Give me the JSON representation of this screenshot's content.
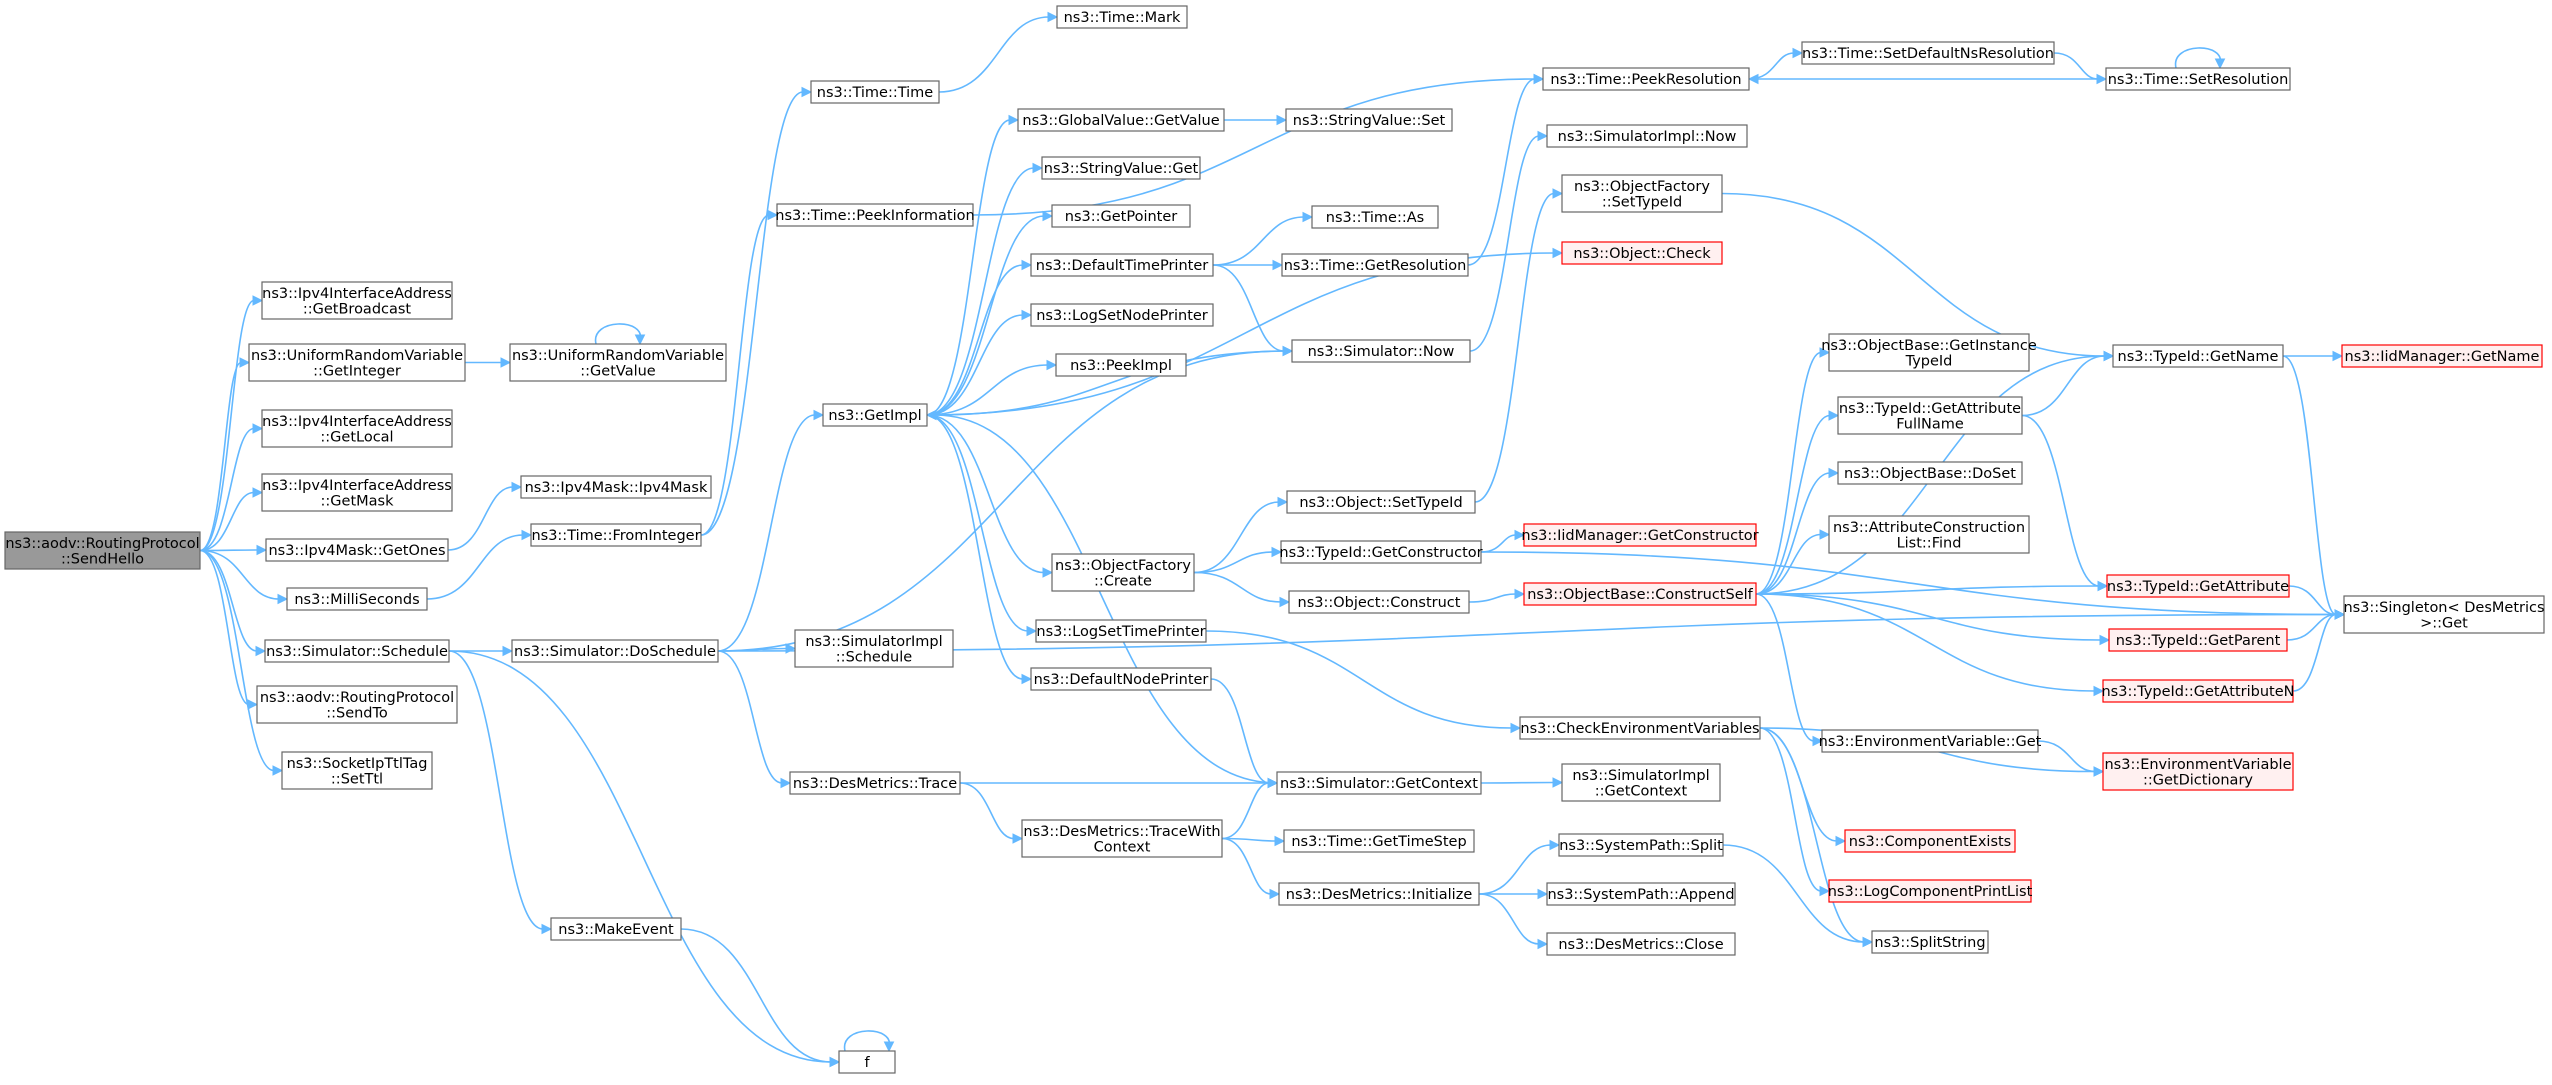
{
  "colors": {
    "edge": "#63b8ff",
    "node_border": "#666666",
    "node_fill": "#ffffff",
    "root_fill": "#999999",
    "root_border": "#666666",
    "truncated_border": "#ff0000",
    "truncated_fill": "#fff0f0"
  },
  "nodes": [
    {
      "id": "sendhello",
      "lines": [
        "ns3::aodv::RoutingProtocol",
        "::SendHello"
      ],
      "style": "root"
    },
    {
      "id": "getbroadcast",
      "lines": [
        "ns3::Ipv4InterfaceAddress",
        "::GetBroadcast"
      ],
      "style": "normal"
    },
    {
      "id": "urv_getinteger",
      "lines": [
        "ns3::UniformRandomVariable",
        "::GetInteger"
      ],
      "style": "normal"
    },
    {
      "id": "urv_getvalue",
      "lines": [
        "ns3::UniformRandomVariable",
        "::GetValue"
      ],
      "style": "normal"
    },
    {
      "id": "getlocal",
      "lines": [
        "ns3::Ipv4InterfaceAddress",
        "::GetLocal"
      ],
      "style": "normal"
    },
    {
      "id": "getmask",
      "lines": [
        "ns3::Ipv4InterfaceAddress",
        "::GetMask"
      ],
      "style": "normal"
    },
    {
      "id": "ipv4mask_ctor",
      "lines": [
        "ns3::Ipv4Mask::Ipv4Mask"
      ],
      "style": "normal"
    },
    {
      "id": "getones",
      "lines": [
        "ns3::Ipv4Mask::GetOnes"
      ],
      "style": "normal"
    },
    {
      "id": "frominteger",
      "lines": [
        "ns3::Time::FromInteger"
      ],
      "style": "normal"
    },
    {
      "id": "milliseconds",
      "lines": [
        "ns3::MilliSeconds"
      ],
      "style": "normal"
    },
    {
      "id": "sim_schedule",
      "lines": [
        "ns3::Simulator::Schedule"
      ],
      "style": "normal"
    },
    {
      "id": "sendto",
      "lines": [
        "ns3::aodv::RoutingProtocol",
        "::SendTo"
      ],
      "style": "normal"
    },
    {
      "id": "setttl",
      "lines": [
        "ns3::SocketIpTtlTag",
        "::SetTtl"
      ],
      "style": "normal"
    },
    {
      "id": "time_mark",
      "lines": [
        "ns3::Time::Mark"
      ],
      "style": "normal"
    },
    {
      "id": "time_time",
      "lines": [
        "ns3::Time::Time"
      ],
      "style": "normal"
    },
    {
      "id": "peekinformation",
      "lines": [
        "ns3::Time::PeekInformation"
      ],
      "style": "normal"
    },
    {
      "id": "getimpl",
      "lines": [
        "ns3::GetImpl"
      ],
      "style": "normal"
    },
    {
      "id": "doschedule",
      "lines": [
        "ns3::Simulator::DoSchedule"
      ],
      "style": "normal"
    },
    {
      "id": "makeevent",
      "lines": [
        "ns3::MakeEvent"
      ],
      "style": "normal"
    },
    {
      "id": "f",
      "lines": [
        "f"
      ],
      "style": "normal"
    },
    {
      "id": "gv_getvalue",
      "lines": [
        "ns3::GlobalValue::GetValue"
      ],
      "style": "normal"
    },
    {
      "id": "sv_set",
      "lines": [
        "ns3::StringValue::Set"
      ],
      "style": "normal"
    },
    {
      "id": "sv_get",
      "lines": [
        "ns3::StringValue::Get"
      ],
      "style": "normal"
    },
    {
      "id": "getpointer",
      "lines": [
        "ns3::GetPointer"
      ],
      "style": "normal"
    },
    {
      "id": "defaulttimeprinter",
      "lines": [
        "ns3::DefaultTimePrinter"
      ],
      "style": "normal"
    },
    {
      "id": "time_as",
      "lines": [
        "ns3::Time::As"
      ],
      "style": "normal"
    },
    {
      "id": "time_getresolution",
      "lines": [
        "ns3::Time::GetResolution"
      ],
      "style": "normal"
    },
    {
      "id": "logsetnodeprinter",
      "lines": [
        "ns3::LogSetNodePrinter"
      ],
      "style": "normal"
    },
    {
      "id": "peekimpl",
      "lines": [
        "ns3::PeekImpl"
      ],
      "style": "normal"
    },
    {
      "id": "sim_now",
      "lines": [
        "ns3::Simulator::Now"
      ],
      "style": "normal"
    },
    {
      "id": "of_create",
      "lines": [
        "ns3::ObjectFactory",
        "::Create"
      ],
      "style": "normal"
    },
    {
      "id": "logsettimeprinter",
      "lines": [
        "ns3::LogSetTimePrinter"
      ],
      "style": "normal"
    },
    {
      "id": "defaultnodeprinter",
      "lines": [
        "ns3::DefaultNodePrinter"
      ],
      "style": "normal"
    },
    {
      "id": "simimpl_schedule",
      "lines": [
        "ns3::SimulatorImpl",
        "::Schedule"
      ],
      "style": "normal"
    },
    {
      "id": "desmetrics_trace",
      "lines": [
        "ns3::DesMetrics::Trace"
      ],
      "style": "normal"
    },
    {
      "id": "tracewithcontext",
      "lines": [
        "ns3::DesMetrics::TraceWith",
        "Context"
      ],
      "style": "normal"
    },
    {
      "id": "peekresolution",
      "lines": [
        "ns3::Time::PeekResolution"
      ],
      "style": "normal"
    },
    {
      "id": "setdefaultnsres",
      "lines": [
        "ns3::Time::SetDefaultNsResolution"
      ],
      "style": "normal"
    },
    {
      "id": "setresolution",
      "lines": [
        "ns3::Time::SetResolution"
      ],
      "style": "normal"
    },
    {
      "id": "simimpl_now",
      "lines": [
        "ns3::SimulatorImpl::Now"
      ],
      "style": "normal"
    },
    {
      "id": "of_settypeid",
      "lines": [
        "ns3::ObjectFactory",
        "::SetTypeId"
      ],
      "style": "normal"
    },
    {
      "id": "object_check",
      "lines": [
        "ns3::Object::Check"
      ],
      "style": "truncated"
    },
    {
      "id": "object_settypeid",
      "lines": [
        "ns3::Object::SetTypeId"
      ],
      "style": "normal"
    },
    {
      "id": "typeid_getconstructor",
      "lines": [
        "ns3::TypeId::GetConstructor"
      ],
      "style": "normal"
    },
    {
      "id": "iid_getconstructor",
      "lines": [
        "ns3::IidManager::GetConstructor"
      ],
      "style": "truncated"
    },
    {
      "id": "object_construct",
      "lines": [
        "ns3::Object::Construct"
      ],
      "style": "normal"
    },
    {
      "id": "constructself",
      "lines": [
        "ns3::ObjectBase::ConstructSelf"
      ],
      "style": "truncated"
    },
    {
      "id": "checkenv",
      "lines": [
        "ns3::CheckEnvironmentVariables"
      ],
      "style": "normal"
    },
    {
      "id": "sim_getcontext",
      "lines": [
        "ns3::Simulator::GetContext"
      ],
      "style": "normal"
    },
    {
      "id": "simimpl_getcontext",
      "lines": [
        "ns3::SimulatorImpl",
        "::GetContext"
      ],
      "style": "normal"
    },
    {
      "id": "getsteptime",
      "lines": [
        "ns3::Time::GetTimeStep"
      ],
      "style": "normal"
    },
    {
      "id": "dm_initialize",
      "lines": [
        "ns3::DesMetrics::Initialize"
      ],
      "style": "normal"
    },
    {
      "id": "sp_split",
      "lines": [
        "ns3::SystemPath::Split"
      ],
      "style": "normal"
    },
    {
      "id": "sp_append",
      "lines": [
        "ns3::SystemPath::Append"
      ],
      "style": "normal"
    },
    {
      "id": "dm_close",
      "lines": [
        "ns3::DesMetrics::Close"
      ],
      "style": "normal"
    },
    {
      "id": "getinstancetypeid",
      "lines": [
        "ns3::ObjectBase::GetInstance",
        "TypeId"
      ],
      "style": "normal"
    },
    {
      "id": "getattributefullname",
      "lines": [
        "ns3::TypeId::GetAttribute",
        "FullName"
      ],
      "style": "normal"
    },
    {
      "id": "doset",
      "lines": [
        "ns3::ObjectBase::DoSet"
      ],
      "style": "normal"
    },
    {
      "id": "acl_find",
      "lines": [
        "ns3::AttributeConstruction",
        "List::Find"
      ],
      "style": "normal"
    },
    {
      "id": "envvar_get",
      "lines": [
        "ns3::EnvironmentVariable::Get"
      ],
      "style": "normal"
    },
    {
      "id": "componentexists",
      "lines": [
        "ns3::ComponentExists"
      ],
      "style": "truncated"
    },
    {
      "id": "logcomponentprintlist",
      "lines": [
        "ns3::LogComponentPrintList"
      ],
      "style": "truncated"
    },
    {
      "id": "splitstring",
      "lines": [
        "ns3::SplitString"
      ],
      "style": "normal"
    },
    {
      "id": "typeid_getname",
      "lines": [
        "ns3::TypeId::GetName"
      ],
      "style": "normal"
    },
    {
      "id": "iid_getname",
      "lines": [
        "ns3::IidManager::GetName"
      ],
      "style": "truncated"
    },
    {
      "id": "typeid_getattribute",
      "lines": [
        "ns3::TypeId::GetAttribute"
      ],
      "style": "truncated"
    },
    {
      "id": "typeid_getparent",
      "lines": [
        "ns3::TypeId::GetParent"
      ],
      "style": "truncated"
    },
    {
      "id": "typeid_getattributen",
      "lines": [
        "ns3::TypeId::GetAttributeN"
      ],
      "style": "truncated"
    },
    {
      "id": "envvar_getdictionary",
      "lines": [
        "ns3::EnvironmentVariable",
        "::GetDictionary"
      ],
      "style": "truncated"
    },
    {
      "id": "singleton_get",
      "lines": [
        "ns3::Singleton< DesMetrics",
        ">::Get"
      ],
      "style": "normal"
    }
  ],
  "edges": [
    [
      "sendhello",
      "getbroadcast"
    ],
    [
      "sendhello",
      "urv_getinteger"
    ],
    [
      "sendhello",
      "getlocal"
    ],
    [
      "sendhello",
      "getmask"
    ],
    [
      "sendhello",
      "getones"
    ],
    [
      "sendhello",
      "milliseconds"
    ],
    [
      "sendhello",
      "sim_schedule"
    ],
    [
      "sendhello",
      "sendto"
    ],
    [
      "sendhello",
      "setttl"
    ],
    [
      "urv_getinteger",
      "urv_getvalue"
    ],
    [
      "urv_getvalue",
      "urv_getvalue"
    ],
    [
      "getones",
      "ipv4mask_ctor"
    ],
    [
      "milliseconds",
      "frominteger"
    ],
    [
      "frominteger",
      "time_time"
    ],
    [
      "time_time",
      "time_mark"
    ],
    [
      "frominteger",
      "peekinformation"
    ],
    [
      "peekinformation",
      "peekresolution"
    ],
    [
      "sim_schedule",
      "doschedule"
    ],
    [
      "sim_schedule",
      "makeevent"
    ],
    [
      "sim_schedule",
      "f"
    ],
    [
      "makeevent",
      "f"
    ],
    [
      "f",
      "f"
    ],
    [
      "doschedule",
      "getimpl"
    ],
    [
      "doschedule",
      "sim_now"
    ],
    [
      "doschedule",
      "simimpl_schedule"
    ],
    [
      "doschedule",
      "desmetrics_trace"
    ],
    [
      "doschedule",
      "singleton_get"
    ],
    [
      "getimpl",
      "gv_getvalue"
    ],
    [
      "gv_getvalue",
      "sv_set"
    ],
    [
      "getimpl",
      "sv_get"
    ],
    [
      "getimpl",
      "getpointer"
    ],
    [
      "getimpl",
      "defaulttimeprinter"
    ],
    [
      "getimpl",
      "logsetnodeprinter"
    ],
    [
      "getimpl",
      "peekimpl"
    ],
    [
      "getimpl",
      "of_create"
    ],
    [
      "getimpl",
      "logsettimeprinter"
    ],
    [
      "getimpl",
      "defaultnodeprinter"
    ],
    [
      "getimpl",
      "object_check"
    ],
    [
      "defaulttimeprinter",
      "time_as"
    ],
    [
      "defaulttimeprinter",
      "time_getresolution"
    ],
    [
      "defaulttimeprinter",
      "sim_now"
    ],
    [
      "time_getresolution",
      "peekresolution"
    ],
    [
      "sim_now",
      "getimpl"
    ],
    [
      "sim_now",
      "simimpl_now"
    ],
    [
      "of_create",
      "object_settypeid"
    ],
    [
      "of_create",
      "typeid_getconstructor"
    ],
    [
      "of_create",
      "object_construct"
    ],
    [
      "object_settypeid",
      "of_settypeid"
    ],
    [
      "of_settypeid",
      "typeid_getname"
    ],
    [
      "typeid_getconstructor",
      "iid_getconstructor"
    ],
    [
      "typeid_getconstructor",
      "singleton_get"
    ],
    [
      "object_construct",
      "constructself"
    ],
    [
      "logsettimeprinter",
      "checkenv"
    ],
    [
      "defaultnodeprinter",
      "sim_getcontext"
    ],
    [
      "sim_getcontext",
      "getimpl"
    ],
    [
      "sim_getcontext",
      "simimpl_getcontext"
    ],
    [
      "desmetrics_trace",
      "sim_getcontext"
    ],
    [
      "desmetrics_trace",
      "tracewithcontext"
    ],
    [
      "tracewithcontext",
      "sim_getcontext"
    ],
    [
      "tracewithcontext",
      "getsteptime"
    ],
    [
      "tracewithcontext",
      "dm_initialize"
    ],
    [
      "dm_initialize",
      "sp_split"
    ],
    [
      "dm_initialize",
      "sp_append"
    ],
    [
      "dm_initialize",
      "dm_close"
    ],
    [
      "sp_split",
      "splitstring"
    ],
    [
      "peekresolution",
      "setdefaultnsres"
    ],
    [
      "setdefaultnsres",
      "setresolution"
    ],
    [
      "setresolution",
      "peekresolution"
    ],
    [
      "setresolution",
      "setresolution"
    ],
    [
      "constructself",
      "getinstancetypeid"
    ],
    [
      "constructself",
      "getattributefullname"
    ],
    [
      "constructself",
      "doset"
    ],
    [
      "constructself",
      "acl_find"
    ],
    [
      "constructself",
      "typeid_getname"
    ],
    [
      "constructself",
      "typeid_getattribute"
    ],
    [
      "constructself",
      "typeid_getparent"
    ],
    [
      "constructself",
      "typeid_getattributen"
    ],
    [
      "constructself",
      "envvar_get"
    ],
    [
      "getattributefullname",
      "typeid_getname"
    ],
    [
      "getattributefullname",
      "typeid_getattribute"
    ],
    [
      "typeid_getname",
      "iid_getname"
    ],
    [
      "typeid_getname",
      "singleton_get"
    ],
    [
      "typeid_getattribute",
      "singleton_get"
    ],
    [
      "typeid_getparent",
      "singleton_get"
    ],
    [
      "typeid_getattributen",
      "singleton_get"
    ],
    [
      "checkenv",
      "envvar_getdictionary"
    ],
    [
      "checkenv",
      "componentexists"
    ],
    [
      "checkenv",
      "logcomponentprintlist"
    ],
    [
      "checkenv",
      "splitstring"
    ],
    [
      "envvar_get",
      "envvar_getdictionary"
    ]
  ]
}
